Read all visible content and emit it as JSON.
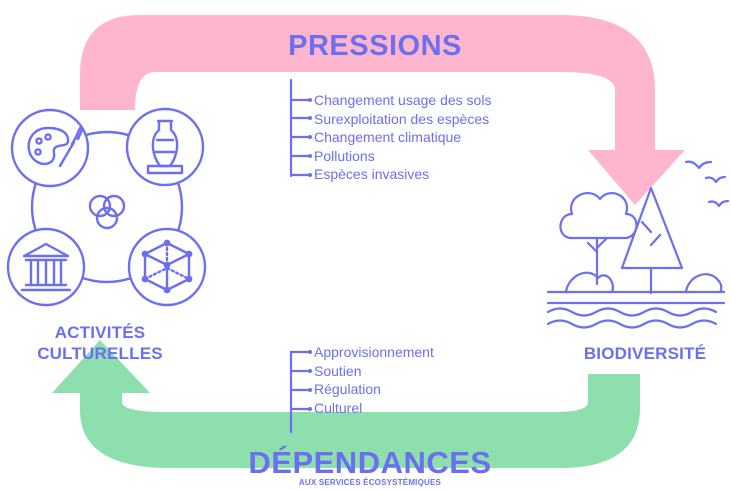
{
  "colors": {
    "accent": "#6b6ff0",
    "pressions_arrow": "#ffb5ce",
    "dependances_arrow": "#8ddfae",
    "background": "#ffffff"
  },
  "pressions": {
    "title": "PRESSIONS",
    "items": [
      "Changement usage des sols",
      "Surexploitation des espèces",
      "Changement climatique",
      "Pollutions",
      "Espèces invasives"
    ]
  },
  "dependances": {
    "title": "DÉPENDANCES",
    "subtitle": "AUX SERVICES ÉCOSYSTÉMIQUES",
    "items": [
      "Approvisionnement",
      "Soutien",
      "Régulation",
      "Culturel"
    ]
  },
  "activites": {
    "label_line1": "ACTIVITÉS",
    "label_line2": "CULTURELLES",
    "icons": [
      "palette-icon",
      "vase-icon",
      "temple-icon",
      "cube-icon",
      "venn-icon"
    ]
  },
  "biodiversite": {
    "label": "BIODIVERSITÉ",
    "icons": [
      "tree-icon",
      "fir-tree-icon",
      "birds-icon",
      "water-waves-icon"
    ]
  }
}
